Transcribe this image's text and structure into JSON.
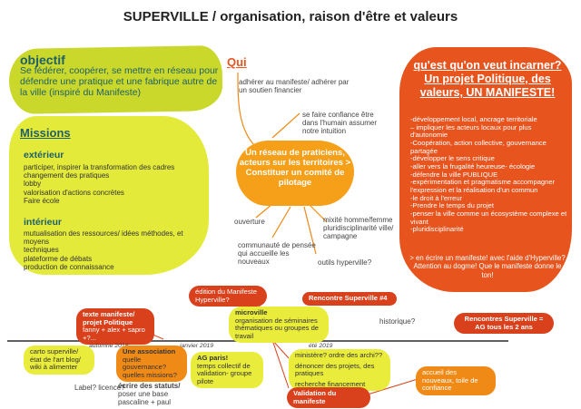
{
  "title": "SUPERVILLE / organisation, raison d'être et valeurs",
  "objectif": {
    "heading": "objectif",
    "body": "Se fédérer, coopérer, se mettre en réseau pour défendre une pratique et une fabrique autre de la ville (inspiré du Manifeste)"
  },
  "missions": {
    "heading": "Missions",
    "exterieur_heading": "extérieur",
    "exterieur_items": [
      "participer, inspirer la transformation des cadres",
      "changement des pratiques",
      "lobby",
      "valorisation d'actions concrètes",
      "Faire école"
    ],
    "interieur_heading": "intérieur",
    "interieur_items": [
      "mutualisation des ressources/ idées méthodes, et moyens",
      "techniques",
      "plateforme de débats",
      "production de connaissance"
    ]
  },
  "qui": {
    "heading": "Qui",
    "adherer": "adhérer au manifeste/ adhérer par un soutien financier",
    "confiance": "se faire confiance être dans l'humain assumer notre intuition",
    "center": "Un réseau de praticiens, acteurs sur les territoires > Constituer un comité de pilotage",
    "ouverture": "ouverture",
    "mixite": "mixité homme/femme pluridisciplinarité ville/ campagne",
    "communaute": "communauté de pensée qui accueille les nouveaux",
    "outils": "outils hyperville?"
  },
  "incarner": {
    "heading": "qu'est qu'on veut incarner? Un projet Politique, des valeurs, UN MANIFESTE!",
    "items": [
      "-développement local, ancrage territoriale",
      "– impliquer les acteurs locaux pour plus d'autonomie",
      "-Coopération, action collective, gouvernance partagée",
      "-développer le sens critique",
      "-aller vers la frugalité heureuse- écologie",
      "-défendre la ville PUBLIQUE",
      "-expérimentation et pragmatisme accompagner l'expression et la réalisation d'un commun",
      "-le droit à l'erreur",
      "-Prendre le temps du projet",
      "-penser la ville comme un écosystème complexe et vivant",
      "-pluridisciplinarité"
    ],
    "closing": "> en écrire un manifeste! avec l'aide d'Hyperville? Attention au dogme! Que le manifeste donne le ton!"
  },
  "timeline": {
    "labels": {
      "automne": "automne 2018",
      "janvier": "janvier 2019",
      "ete": "été 2019"
    },
    "items": {
      "texte_manifeste_title": "texte manifeste/ projet Politique",
      "texte_manifeste_people": "fanny + alex + sapro +?...",
      "carto": "carto superville/ état de l'art blog/ wiki à alimenter",
      "edition": "édition du Manifeste Hyperville?",
      "microville_title": "microville",
      "microville_body": "organisation de séminaires thématiques ou groupes de travail",
      "rencontre4": "Rencontre Superville #4",
      "historique": "historique?",
      "rencontres_ag": "Rencontres Superville = AG tous les 2 ans",
      "association_title": "Une association",
      "association_body": "quelle gouvernance? quelles missions?",
      "ag_title": "AG paris!",
      "ag_body": "temps collectif de validation- groupe pilote",
      "ministere": "ministère? ordre des archi??",
      "denoncer": "dénoncer des projets, des pratiques",
      "recherche": "recherche financement",
      "label": "Label? licence?",
      "statuts_title": "écrire des statuts/",
      "statuts_body": "poser une base pascaline + paul",
      "validation": "Validation du manifeste",
      "accueil": "accueil des nouveaux, toile de confiance"
    }
  },
  "colors": {
    "green": "#c9d82a",
    "yellow": "#e3ea3a",
    "red": "#e8541e",
    "orange": "#f6a01a",
    "teal_text": "#1f5f6a"
  }
}
